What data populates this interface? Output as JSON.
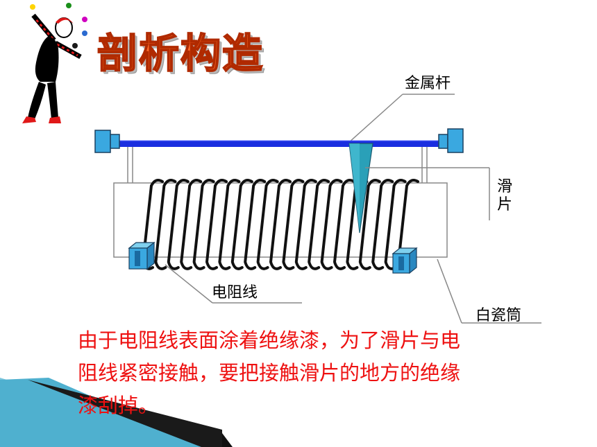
{
  "title": "剖析构造",
  "labels": {
    "metal_rod": "金属杆",
    "slider": "滑片",
    "resistance_wire": "电阻线",
    "porcelain_tube": "白瓷筒"
  },
  "note": "由于电阻线表面涂着绝缘漆，为了滑片与电阻线紧密接触，要把接触滑片的地方的绝缘漆刮掉。",
  "colors": {
    "title": "#ff6a2a",
    "note": "#ee1111",
    "rod": "#1a2ee0",
    "terminal": "#3aa8e0",
    "slider": "#2aa0b8"
  }
}
